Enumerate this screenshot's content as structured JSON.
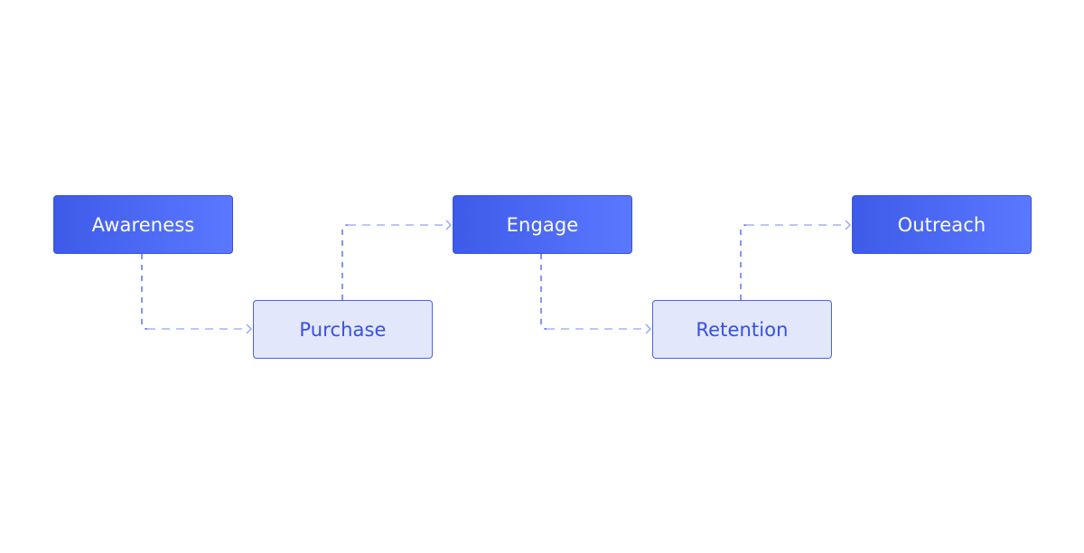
{
  "flow": {
    "nodes": [
      {
        "id": "awareness",
        "label": "Awareness",
        "style": "primary"
      },
      {
        "id": "purchase",
        "label": "Purchase",
        "style": "secondary"
      },
      {
        "id": "engage",
        "label": "Engage",
        "style": "primary"
      },
      {
        "id": "retention",
        "label": "Retention",
        "style": "secondary"
      },
      {
        "id": "outreach",
        "label": "Outreach",
        "style": "primary"
      }
    ],
    "edges": [
      {
        "from": "awareness",
        "to": "purchase"
      },
      {
        "from": "purchase",
        "to": "engage"
      },
      {
        "from": "engage",
        "to": "retention"
      },
      {
        "from": "retention",
        "to": "outreach"
      }
    ]
  },
  "colors": {
    "primary_start": "#3d5be8",
    "primary_end": "#5a78ff",
    "secondary_fill": "#e3e7fb",
    "secondary_text": "#3550e6",
    "connector": "#5b73f0"
  }
}
